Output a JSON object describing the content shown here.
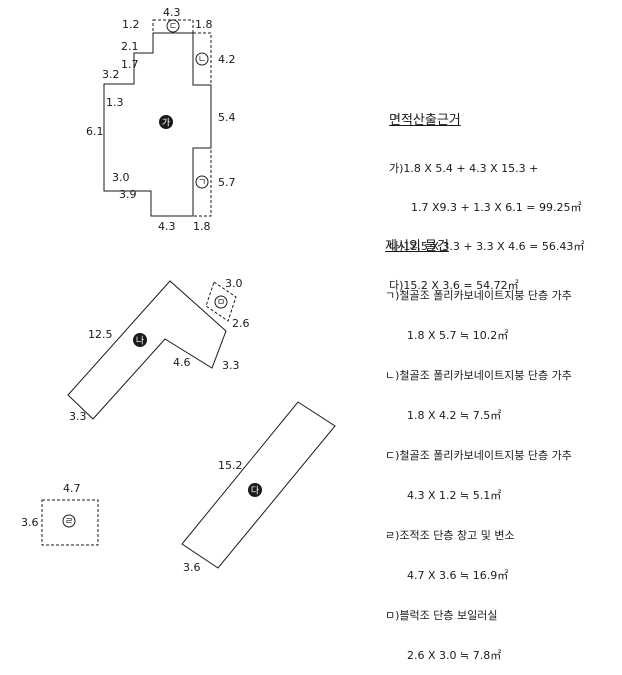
{
  "dimensions": {
    "ga": {
      "top_left": "1.2",
      "top_mid": "4.3",
      "top_right": "1.8",
      "step_a": "2.1",
      "step_b": "1.7",
      "step_c": "3.2",
      "step_d": "1.3",
      "left": "6.1",
      "mid_a": "3.0",
      "mid_b": "3.9",
      "bottom": "4.3",
      "bottom_right": "1.8",
      "right_nieun": "4.2",
      "right_mid": "5.4",
      "right_giyeok": "5.7"
    },
    "na": {
      "long_side": "12.5",
      "inner": "4.6",
      "end_right": "3.3",
      "end_bottom": "3.3"
    },
    "mieum": {
      "top": "3.0",
      "side": "2.6"
    },
    "da": {
      "long_side": "15.2",
      "short_side": "3.6"
    },
    "rieul": {
      "top": "4.7",
      "side": "3.6"
    }
  },
  "labels": {
    "ga": "가",
    "na": "나",
    "da": "다",
    "giyeok": "ㄱ",
    "nieun": "ㄴ",
    "digeut": "ㄷ",
    "rieul": "ㄹ",
    "mieum": "ㅁ"
  },
  "calc": {
    "heading": "면적산출근거",
    "lines": [
      "가)1.8 X 5.4 + 4.3 X 15.3 +",
      "1.7 X9.3 + 1.3 X 6.1 = 99.25㎡",
      "나)12.5 X 3.3 + 3.3 X 4.6 = 56.43㎡",
      "다)15.2 X 3.6 = 54.72㎡"
    ]
  },
  "extra": {
    "heading": "제시외 물건",
    "lines": [
      "ㄱ)철골조 폴리카보네이트지붕 단층 가추",
      "1.8 X 5.7 ≒ 10.2㎡",
      "ㄴ)철골조 폴리카보네이트지붕 단층 가추",
      "1.8 X 4.2 ≒ 7.5㎡",
      "ㄷ)철골조 폴리카보네이트지붕 단층 가추",
      "4.3 X 1.2 ≒ 5.1㎡",
      "ㄹ)조적조 단층 창고 및 변소",
      "4.7 X 3.6 ≒ 16.9㎡",
      "ㅁ)블럭조 단층 보일러실",
      "2.6 X 3.0 ≒ 7.8㎡"
    ]
  }
}
